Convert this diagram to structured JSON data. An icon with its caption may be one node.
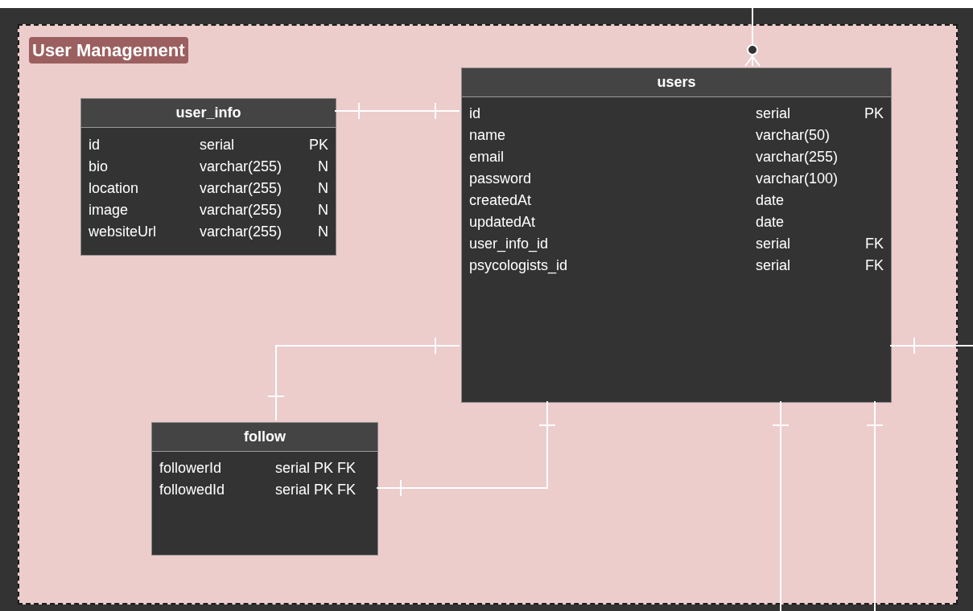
{
  "diagram": {
    "nodes": [
      {
        "text": [
          "User Management"
        ]
      },
      {
        "text": [
          "user_info",
          "id",
          "serial",
          "PK",
          "bio",
          "varchar(255)",
          "N",
          "location",
          "varchar(255)",
          "N",
          "image",
          "varchar(255)",
          "N",
          "websiteUrl",
          "varchar(255)",
          "N"
        ],
        "in": 0
      },
      {
        "text": [
          "users",
          "id",
          "serial",
          "PK",
          "name",
          "varchar(50)",
          "email",
          "varchar(255)",
          "password",
          "varchar(100)",
          "createdAt",
          "date",
          "updatedAt",
          "date",
          "user_info_id",
          "serial",
          "FK",
          "psycologists_id",
          "serial",
          "FK"
        ],
        "in": 0
      },
      {
        "text": [
          "follow",
          "followerId",
          "serial PK FK",
          "followedId",
          "serial PK FK"
        ],
        "in": 0
      }
    ],
    "edges": [
      {
        "from": null,
        "to": 2,
        "arrow": "other"
      },
      {
        "from": 1,
        "to": 2,
        "arrow": "other"
      },
      {
        "from": 2,
        "to": 3,
        "arrow": "other"
      },
      {
        "from": 2,
        "to": 3,
        "arrow": "other"
      },
      {
        "from": 2,
        "to": null,
        "arrow": "other"
      },
      {
        "from": 2,
        "to": null,
        "arrow": "other"
      },
      {
        "from": 2,
        "to": null,
        "arrow": "other"
      }
    ]
  }
}
